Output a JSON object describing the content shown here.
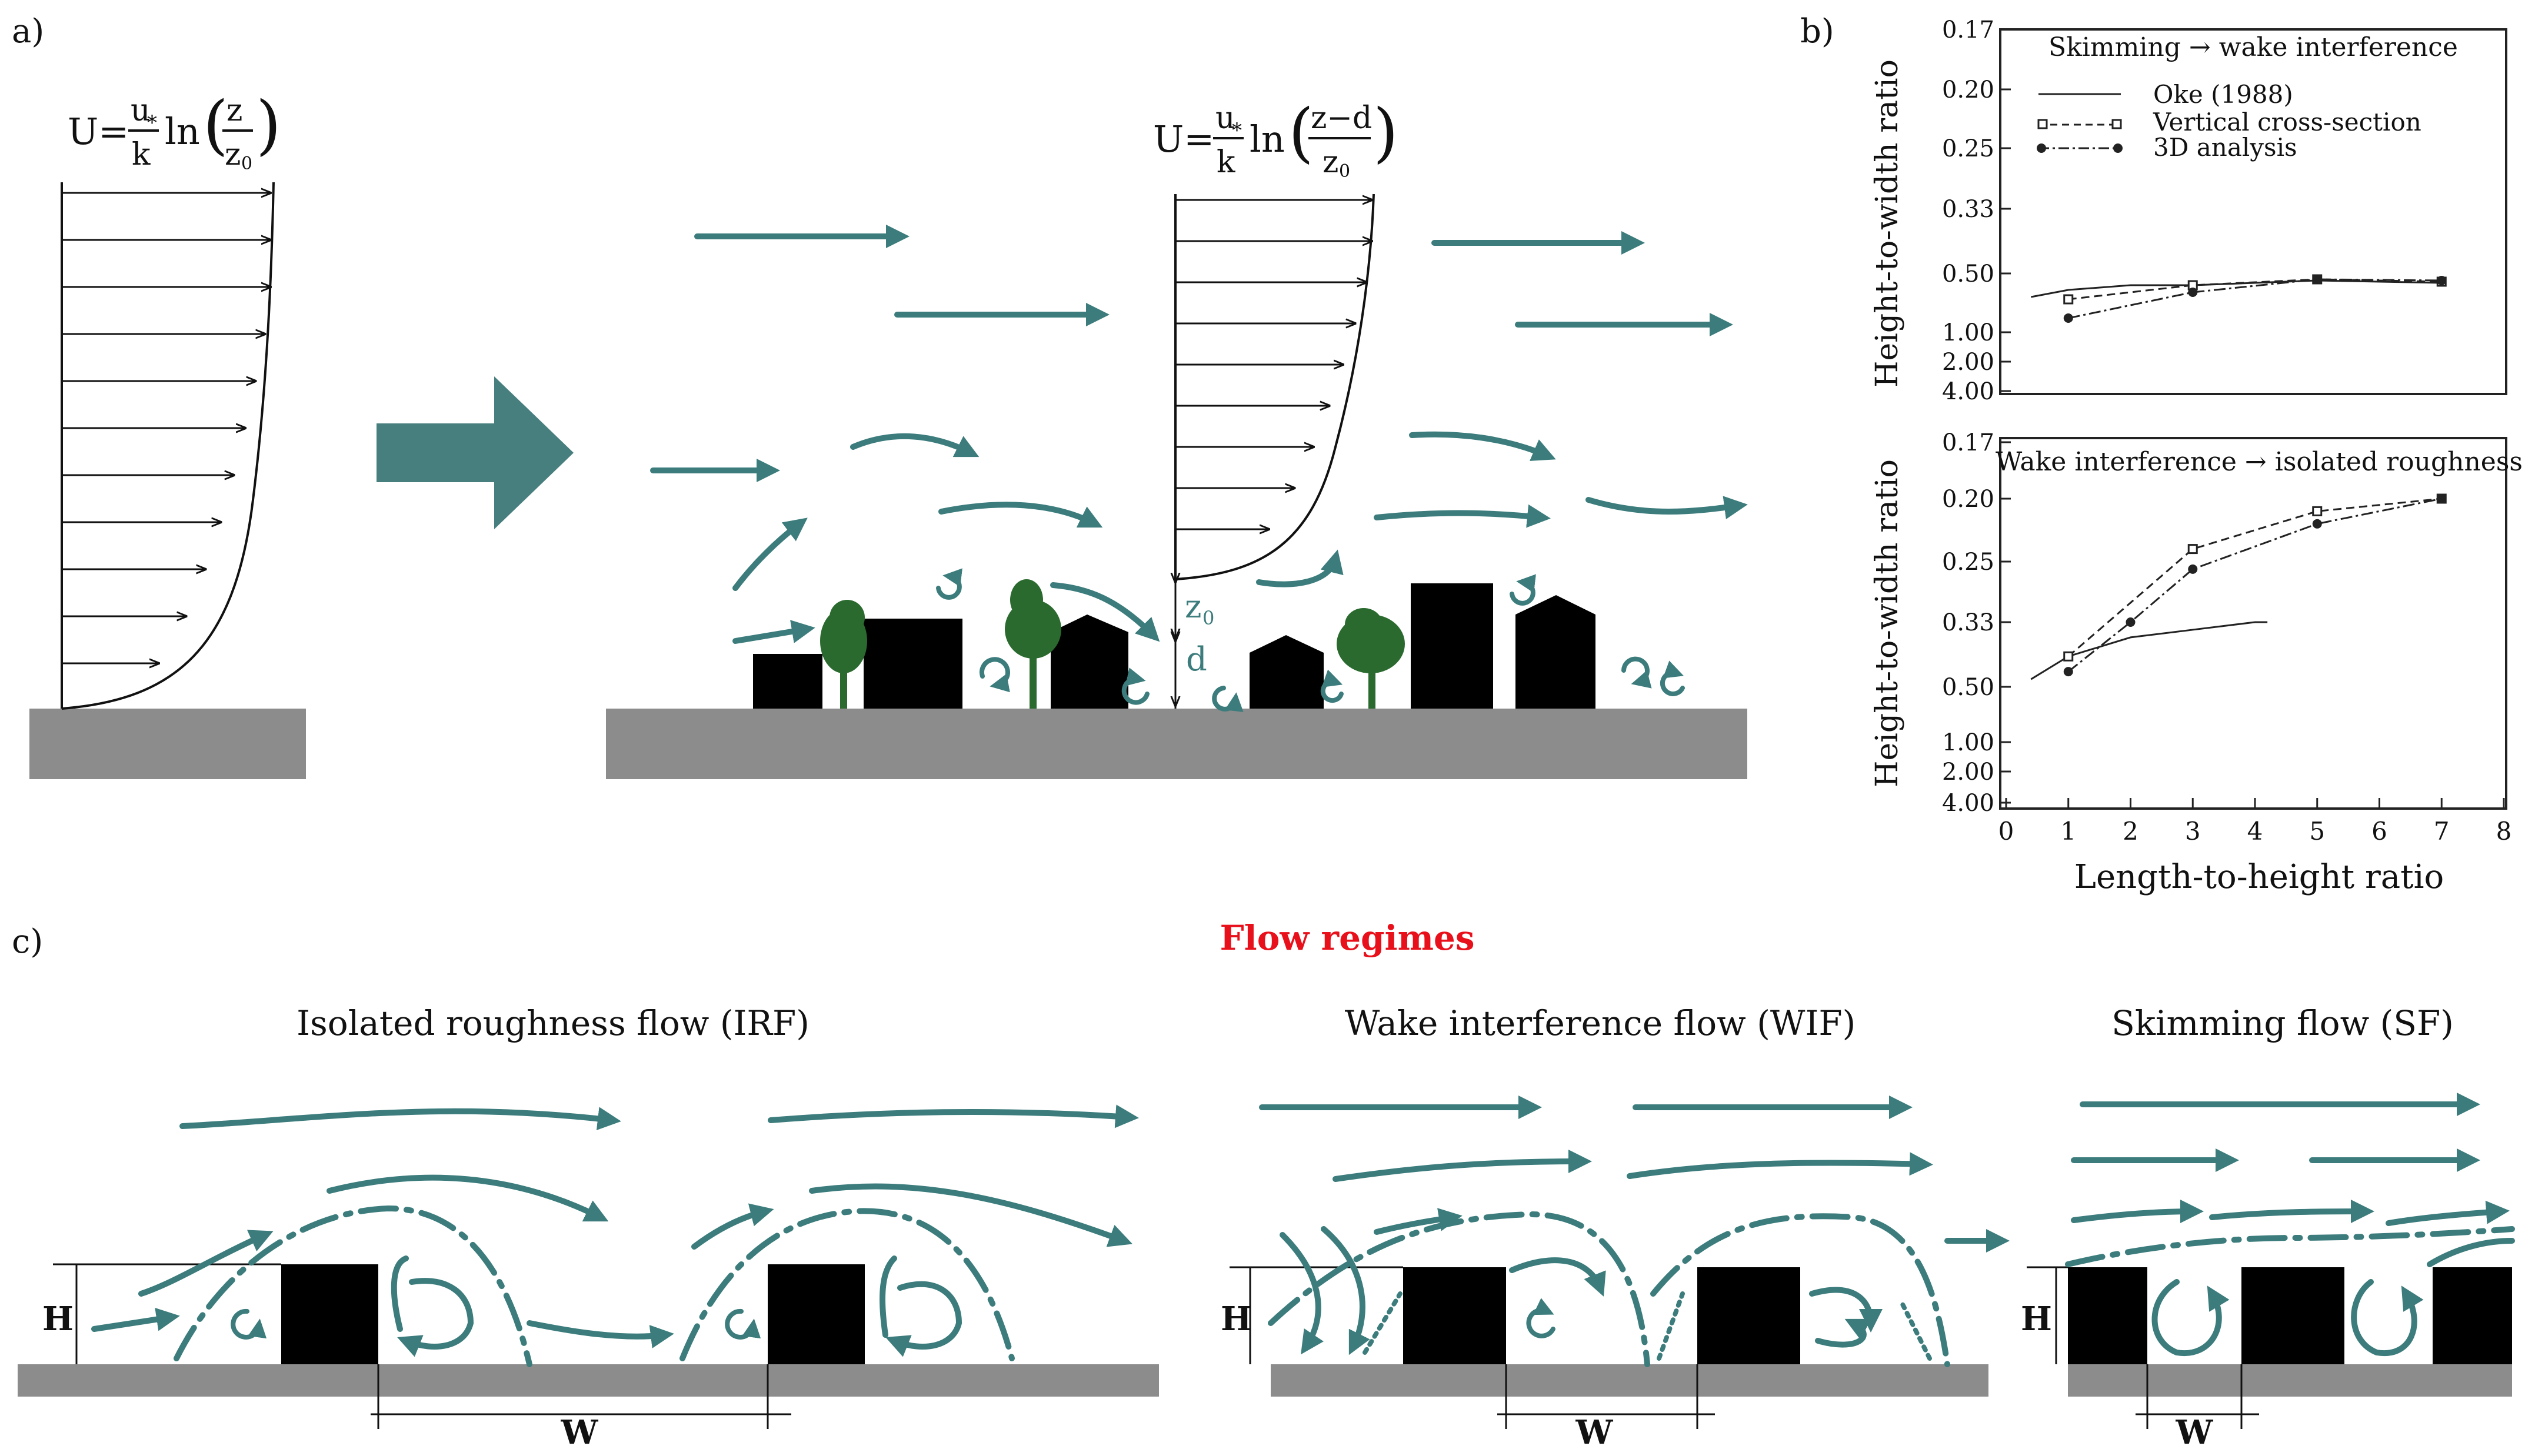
{
  "panel_labels": {
    "a": "a)",
    "b": "b)",
    "c": "c)"
  },
  "panel_a": {
    "eq_left": {
      "prefix": "U=",
      "num": "u",
      "sub": "*",
      "den": "k",
      "ln": "ln",
      "znum": "z",
      "zden": "z",
      "zsub": "0"
    },
    "eq_right": {
      "prefix": "U=",
      "num": "u",
      "sub": "*",
      "den": "k",
      "ln": "ln",
      "znum": "z−d",
      "zden": "z",
      "zsub": "0"
    },
    "z0_label": "z",
    "z0_sub": "0",
    "d_label": "d"
  },
  "panel_b": {
    "top": {
      "title": "Skimming → wake interference",
      "ylabel": "Height-to-width ratio",
      "yticks": [
        "0.17",
        "0.20",
        "0.25",
        "0.33",
        "0.50",
        "1.00",
        "2.00",
        "4.00"
      ],
      "legend": [
        "Oke (1988)",
        "Vertical cross-section",
        "3D analysis"
      ]
    },
    "bottom": {
      "title": "Wake interference → isolated roughness",
      "ylabel": "Height-to-width ratio",
      "yticks": [
        "0.17",
        "0.20",
        "0.25",
        "0.33",
        "0.50",
        "1.00",
        "2.00",
        "4.00"
      ],
      "xticks": [
        "0",
        "1",
        "2",
        "3",
        "4",
        "5",
        "6",
        "7",
        "8"
      ],
      "xlabel": "Length-to-height ratio"
    }
  },
  "panel_c": {
    "title": "Flow regimes",
    "title_color": "#e8101a",
    "regimes": [
      "Isolated roughness flow (IRF)",
      "Wake interference flow (WIF)",
      "Skimming flow (SF)"
    ],
    "h_label": "H",
    "w_label": "W"
  },
  "colors": {
    "flow": "#3c7c7c",
    "ground": "#8c8c8c",
    "tree": "#2a6a2e",
    "building": "#000000"
  },
  "chart_data": [
    {
      "type": "line",
      "title": "Skimming → wake interference",
      "ylabel": "Height-to-width ratio",
      "y_axis": "inverted, categorical ticks",
      "series": [
        {
          "name": "Oke (1988)",
          "x": [
            0.4,
            1.0,
            2.0,
            3.0,
            4.0,
            5.0,
            6.0,
            7.0
          ],
          "y": [
            0.7,
            0.64,
            0.6,
            0.6,
            0.58,
            0.56,
            0.57,
            0.58
          ]
        },
        {
          "name": "Vertical cross-section",
          "x": [
            1,
            3,
            5,
            7
          ],
          "y": [
            0.72,
            0.6,
            0.55,
            0.57
          ]
        },
        {
          "name": "3D analysis",
          "x": [
            1,
            3,
            5,
            7
          ],
          "y": [
            0.88,
            0.66,
            0.55,
            0.56
          ]
        }
      ]
    },
    {
      "type": "line",
      "title": "Wake interference → isolated roughness",
      "ylabel": "Height-to-width ratio",
      "xlabel": "Length-to-height ratio",
      "xlim": [
        0,
        8
      ],
      "y_axis": "inverted, categorical ticks",
      "series": [
        {
          "name": "Oke (1988)",
          "x": [
            0.4,
            1,
            2,
            3,
            4,
            4.2
          ],
          "y": [
            0.48,
            0.42,
            0.37,
            0.35,
            0.33,
            0.33
          ]
        },
        {
          "name": "Vertical cross-section",
          "x": [
            1,
            3,
            5,
            7
          ],
          "y": [
            0.42,
            0.24,
            0.21,
            0.2
          ]
        },
        {
          "name": "3D analysis",
          "x": [
            1,
            2,
            3,
            5,
            7
          ],
          "y": [
            0.46,
            0.33,
            0.26,
            0.22,
            0.2
          ]
        }
      ]
    }
  ]
}
